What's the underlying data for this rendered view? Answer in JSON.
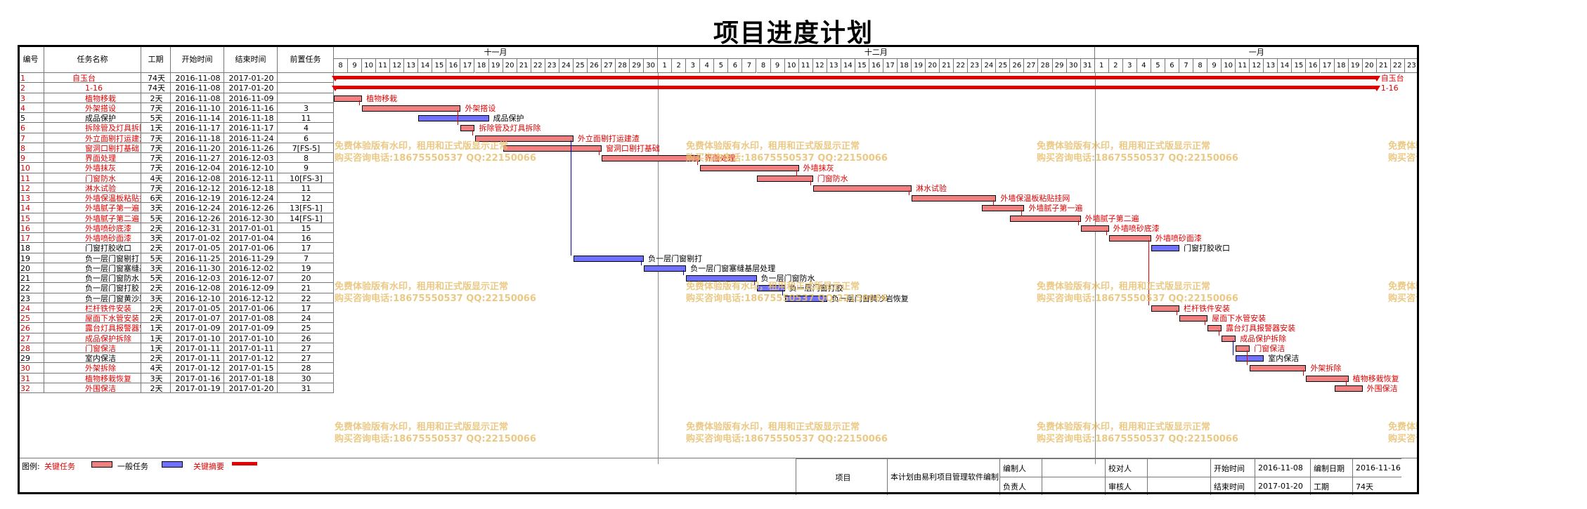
{
  "title": "项目进度计划",
  "headers": {
    "id": "编号",
    "name": "任务名称",
    "dur": "工期",
    "start": "开始时间",
    "end": "结束时间",
    "pred": "前置任务"
  },
  "months": [
    "十一月",
    "十二月",
    "一月"
  ],
  "days": [
    "8",
    "9",
    "10",
    "11",
    "12",
    "13",
    "14",
    "15",
    "16",
    "17",
    "18",
    "19",
    "20",
    "21",
    "22",
    "23",
    "24",
    "25",
    "26",
    "27",
    "28",
    "29",
    "30",
    "1",
    "2",
    "3",
    "4",
    "5",
    "6",
    "7",
    "8",
    "9",
    "10",
    "11",
    "12",
    "13",
    "14",
    "15",
    "16",
    "17",
    "18",
    "19",
    "20",
    "21",
    "22",
    "23",
    "24",
    "25",
    "26",
    "27",
    "28",
    "29",
    "30",
    "31",
    "1",
    "2",
    "3",
    "4",
    "5",
    "6",
    "7",
    "8",
    "9",
    "10",
    "11",
    "12",
    "13",
    "14",
    "15",
    "16",
    "17",
    "18",
    "19",
    "20",
    "21",
    "22",
    "23"
  ],
  "tasks": [
    {
      "id": "1",
      "name": "自玉台",
      "dur": "74天",
      "start": "2016-11-08",
      "end": "2017-01-20",
      "pred": "",
      "type": "summary",
      "s": 0,
      "d": 74,
      "label": "自玉台",
      "red": true
    },
    {
      "id": "2",
      "name": "1-16",
      "dur": "74天",
      "start": "2016-11-08",
      "end": "2017-01-20",
      "pred": "",
      "type": "summary",
      "s": 0,
      "d": 74,
      "label": "1-16",
      "red": true
    },
    {
      "id": "3",
      "name": "植物移栽",
      "dur": "2天",
      "start": "2016-11-08",
      "end": "2016-11-09",
      "pred": "",
      "type": "g",
      "s": 0,
      "d": 2,
      "label": "植物移栽",
      "red": true
    },
    {
      "id": "4",
      "name": "外架搭设",
      "dur": "7天",
      "start": "2016-11-10",
      "end": "2016-11-16",
      "pred": "3",
      "type": "g",
      "s": 2,
      "d": 7,
      "label": "外架搭设",
      "red": true
    },
    {
      "id": "5",
      "name": "成品保护",
      "dur": "5天",
      "start": "2016-11-14",
      "end": "2016-11-18",
      "pred": "11",
      "type": "b",
      "s": 6,
      "d": 5,
      "label": "成品保护",
      "red": false
    },
    {
      "id": "6",
      "name": "拆除管及灯具拆除",
      "dur": "1天",
      "start": "2016-11-17",
      "end": "2016-11-17",
      "pred": "4",
      "type": "g",
      "s": 9,
      "d": 1,
      "label": "拆除管及灯具拆除",
      "red": true
    },
    {
      "id": "7",
      "name": "外立面剔打运建渣",
      "dur": "7天",
      "start": "2016-11-18",
      "end": "2016-11-24",
      "pred": "6",
      "type": "g",
      "s": 10,
      "d": 7,
      "label": "外立面剔打运建渣",
      "red": true
    },
    {
      "id": "8",
      "name": "窗洞口剔打基础",
      "dur": "7天",
      "start": "2016-11-20",
      "end": "2016-11-26",
      "pred": "7[FS-5]",
      "type": "g",
      "s": 12,
      "d": 7,
      "label": "窗洞口剔打基础",
      "red": true
    },
    {
      "id": "9",
      "name": "界面处理",
      "dur": "7天",
      "start": "2016-11-27",
      "end": "2016-12-03",
      "pred": "8",
      "type": "g",
      "s": 19,
      "d": 7,
      "label": "界面处理",
      "red": true
    },
    {
      "id": "10",
      "name": "外墙抹灰",
      "dur": "7天",
      "start": "2016-12-04",
      "end": "2016-12-10",
      "pred": "9",
      "type": "g",
      "s": 26,
      "d": 7,
      "label": "外墙抹灰",
      "red": true
    },
    {
      "id": "11",
      "name": "门窗防水",
      "dur": "4天",
      "start": "2016-12-08",
      "end": "2016-12-11",
      "pred": "10[FS-3]",
      "type": "g",
      "s": 30,
      "d": 4,
      "label": "门窗防水",
      "red": true
    },
    {
      "id": "12",
      "name": "淋水试验",
      "dur": "7天",
      "start": "2016-12-12",
      "end": "2016-12-18",
      "pred": "11",
      "type": "g",
      "s": 34,
      "d": 7,
      "label": "淋水试验",
      "red": true
    },
    {
      "id": "13",
      "name": "外墙保温板粘贴挂网",
      "dur": "6天",
      "start": "2016-12-19",
      "end": "2016-12-24",
      "pred": "12",
      "type": "g",
      "s": 41,
      "d": 6,
      "label": "外墙保温板粘贴挂网",
      "red": true
    },
    {
      "id": "14",
      "name": "外墙腻子第一遍",
      "dur": "3天",
      "start": "2016-12-24",
      "end": "2016-12-26",
      "pred": "13[FS-1]",
      "type": "g",
      "s": 46,
      "d": 3,
      "label": "外墙腻子第一遍",
      "red": true
    },
    {
      "id": "15",
      "name": "外墙腻子第二遍",
      "dur": "5天",
      "start": "2016-12-26",
      "end": "2016-12-30",
      "pred": "14[FS-1]",
      "type": "g",
      "s": 48,
      "d": 5,
      "label": "外墙腻子第二遍",
      "red": true
    },
    {
      "id": "16",
      "name": "外墙喷砂底漆",
      "dur": "2天",
      "start": "2016-12-31",
      "end": "2017-01-01",
      "pred": "15",
      "type": "g",
      "s": 53,
      "d": 2,
      "label": "外墙喷砂底漆",
      "red": true
    },
    {
      "id": "17",
      "name": "外墙喷砂面漆",
      "dur": "3天",
      "start": "2017-01-02",
      "end": "2017-01-04",
      "pred": "16",
      "type": "g",
      "s": 55,
      "d": 3,
      "label": "外墙喷砂面漆",
      "red": true
    },
    {
      "id": "18",
      "name": "门窗打胶收口",
      "dur": "2天",
      "start": "2017-01-05",
      "end": "2017-01-06",
      "pred": "17",
      "type": "b",
      "s": 58,
      "d": 2,
      "label": "门窗打胶收口",
      "red": false
    },
    {
      "id": "19",
      "name": "负一层门窗剔打",
      "dur": "5天",
      "start": "2016-11-25",
      "end": "2016-11-29",
      "pred": "7",
      "type": "b",
      "s": 17,
      "d": 5,
      "label": "负一层门窗剔打",
      "red": false
    },
    {
      "id": "20",
      "name": "负一层门窗塞缝基层处理",
      "dur": "3天",
      "start": "2016-11-30",
      "end": "2016-12-02",
      "pred": "19",
      "type": "b",
      "s": 22,
      "d": 3,
      "label": "负一层门窗塞缝基层处理",
      "red": false
    },
    {
      "id": "21",
      "name": "负一层门窗防水",
      "dur": "5天",
      "start": "2016-12-03",
      "end": "2016-12-07",
      "pred": "20",
      "type": "b",
      "s": 25,
      "d": 5,
      "label": "负一层门窗防水",
      "red": false
    },
    {
      "id": "22",
      "name": "负一层门窗打胶",
      "dur": "2天",
      "start": "2016-12-08",
      "end": "2016-12-09",
      "pred": "21",
      "type": "b",
      "s": 30,
      "d": 2,
      "label": "负一层门窗打胶",
      "red": false
    },
    {
      "id": "23",
      "name": "负一层门窗黄沙岩恢复",
      "dur": "3天",
      "start": "2016-12-10",
      "end": "2016-12-12",
      "pred": "22",
      "type": "b",
      "s": 32,
      "d": 3,
      "label": "负一层门窗黄沙岩恢复",
      "red": false
    },
    {
      "id": "24",
      "name": "栏杆铁件安装",
      "dur": "2天",
      "start": "2017-01-05",
      "end": "2017-01-06",
      "pred": "17",
      "type": "g",
      "s": 58,
      "d": 2,
      "label": "栏杆铁件安装",
      "red": true
    },
    {
      "id": "25",
      "name": "屋面下水管安装",
      "dur": "2天",
      "start": "2017-01-07",
      "end": "2017-01-08",
      "pred": "24",
      "type": "g",
      "s": 60,
      "d": 2,
      "label": "屋面下水管安装",
      "red": true
    },
    {
      "id": "26",
      "name": "露台灯具报警器安装",
      "dur": "1天",
      "start": "2017-01-09",
      "end": "2017-01-09",
      "pred": "25",
      "type": "g",
      "s": 62,
      "d": 1,
      "label": "露台灯具报警器安装",
      "red": true
    },
    {
      "id": "27",
      "name": "成品保护拆除",
      "dur": "1天",
      "start": "2017-01-10",
      "end": "2017-01-10",
      "pred": "26",
      "type": "g",
      "s": 63,
      "d": 1,
      "label": "成品保护拆除",
      "red": true
    },
    {
      "id": "28",
      "name": "门窗保洁",
      "dur": "1天",
      "start": "2017-01-11",
      "end": "2017-01-11",
      "pred": "27",
      "type": "g",
      "s": 64,
      "d": 1,
      "label": "门窗保洁",
      "red": true
    },
    {
      "id": "29",
      "name": "室内保洁",
      "dur": "2天",
      "start": "2017-01-11",
      "end": "2017-01-12",
      "pred": "27",
      "type": "b",
      "s": 64,
      "d": 2,
      "label": "室内保洁",
      "red": false
    },
    {
      "id": "30",
      "name": "外架拆除",
      "dur": "4天",
      "start": "2017-01-12",
      "end": "2017-01-15",
      "pred": "28",
      "type": "g",
      "s": 65,
      "d": 4,
      "label": "外架拆除",
      "red": true
    },
    {
      "id": "31",
      "name": "植物移栽恢复",
      "dur": "3天",
      "start": "2017-01-16",
      "end": "2017-01-18",
      "pred": "30",
      "type": "g",
      "s": 69,
      "d": 3,
      "label": "植物移栽恢复",
      "red": true
    },
    {
      "id": "32",
      "name": "外围保洁",
      "dur": "2天",
      "start": "2017-01-19",
      "end": "2017-01-20",
      "pred": "31",
      "type": "g",
      "s": 71,
      "d": 2,
      "label": "外围保洁",
      "red": true
    }
  ],
  "watermark": {
    "line1": "免费体验版有水印，租用和正式版显示正常",
    "line2": "购买咨询电话:18675550537 QQ:22150066"
  },
  "legend": {
    "label": "图例:",
    "critical": "关键任务",
    "normal": "一般任务",
    "key_res": "关键摘要"
  },
  "footer": {
    "project_label": "项目",
    "project_desc": "本计划由易利项目管理软件编制",
    "editor_label": "编制人",
    "editor": "",
    "checker_label": "校对人",
    "checker": "",
    "owner_label": "负责人",
    "owner": "",
    "reviewer_label": "审核人",
    "reviewer": "",
    "start_label": "开始时间",
    "start": "2016-11-08",
    "date_label": "编制日期",
    "date": "2016-11-16",
    "end_label": "结束时间",
    "end": "2017-01-20",
    "dur_label": "工期",
    "dur": "74天"
  },
  "colors": {
    "critical": "#e00000",
    "normal_bar": "#f08080",
    "blue_bar": "#7070ff",
    "watermark": "#e8c070"
  }
}
